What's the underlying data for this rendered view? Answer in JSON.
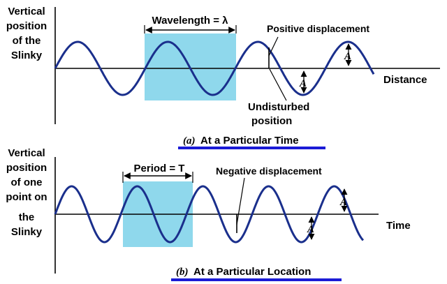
{
  "top": {
    "y_axis_label": [
      "Vertical",
      "position",
      "of the",
      "Slinky"
    ],
    "x_axis_label": "Distance",
    "bracket_label": "Wavelength = λ",
    "positive_label": "Positive displacement",
    "undisturbed_label": [
      "Undisturbed",
      "position"
    ],
    "amplitude_symbol": "A",
    "caption": {
      "letter": "(a)",
      "text": "At a Particular Time"
    }
  },
  "bottom": {
    "y_axis_label": [
      "Vertical",
      "position",
      "of one",
      "point on",
      "the",
      "Slinky"
    ],
    "x_axis_label": "Time",
    "bracket_label": "Period = T",
    "negative_label": "Negative displacement",
    "amplitude_symbol": "A",
    "caption": {
      "letter": "(b)",
      "text": "At a Particular Location"
    }
  },
  "colors": {
    "wave": "#1a2f8c",
    "highlight": "#8fd8ec",
    "caption_underline": "#1b1bd6"
  }
}
